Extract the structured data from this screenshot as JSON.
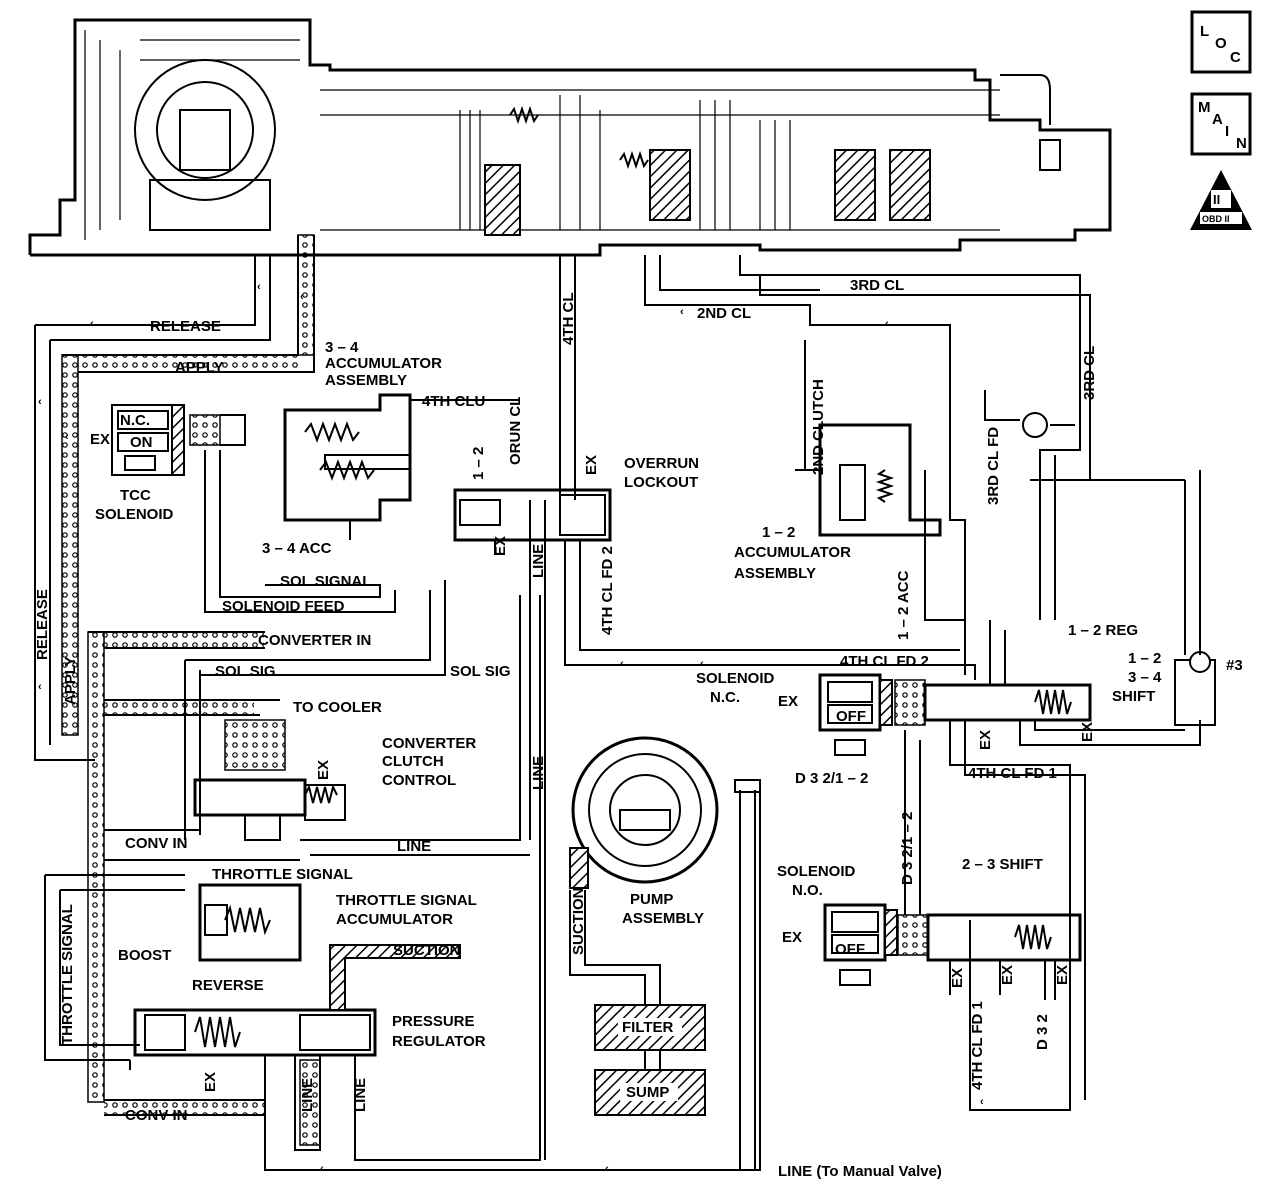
{
  "badges": {
    "loc": [
      "L",
      "O",
      "C"
    ],
    "main": [
      "M",
      "A",
      "I",
      "N"
    ],
    "obd": {
      "numeral": "II",
      "text": "OBD II"
    }
  },
  "labels": {
    "release_top": "RELEASE",
    "apply_top": "APPLY",
    "accum_34_l1": "3 – 4",
    "accum_34_l2": "ACCUMULATOR",
    "accum_34_l3": "ASSEMBLY",
    "fourth_clu": "4TH CLU",
    "nc": "N.C.",
    "on": "ON",
    "ex_tcc": "EX",
    "tcc_sol_l1": "TCC",
    "tcc_sol_l2": "SOLENOID",
    "acc_34": "3 – 4 ACC",
    "sol_signal": "SOL SIGNAL",
    "solenoid_feed": "SOLENOID FEED",
    "release_side": "RELEASE",
    "apply_side": "APPLY",
    "converter_in": "CONVERTER IN",
    "sol_sig_a": "SOL SIG",
    "sol_sig_b": "SOL SIG",
    "to_cooler": "TO COOLER",
    "ccc_l1": "CONVERTER",
    "ccc_l2": "CLUTCH",
    "ccc_l3": "CONTROL",
    "ex_ccc": "EX",
    "conv_in_a": "CONV IN",
    "line_a": "LINE",
    "throttle_signal_h": "THROTTLE SIGNAL",
    "tsa_l1": "THROTTLE SIGNAL",
    "tsa_l2": "ACCUMULATOR",
    "suction_h": "SUCTION",
    "throttle_signal_v": "THROTTLE SIGNAL",
    "boost": "BOOST",
    "reverse": "REVERSE",
    "pr_l1": "PRESSURE",
    "pr_l2": "REGULATOR",
    "ex_pr": "EX",
    "conv_in_b": "CONV IN",
    "line_v1": "LINE",
    "line_v2": "LINE",
    "fourth_cl": "4TH CL",
    "orun_cl": "ORUN CL",
    "one_two_v": "1 – 2",
    "ex_orun": "EX",
    "overrun_l1": "OVERRUN",
    "overrun_l2": "LOCKOUT",
    "ex_12v": "EX",
    "line_v3": "LINE",
    "fourth_cl_fd2_v": "4TH CL FD 2",
    "line_v4": "LINE",
    "second_cl": "2ND CL",
    "third_cl": "3RD CL",
    "second_clutch_v": "2ND CLUTCH",
    "accum_12_l1": "1 – 2",
    "accum_12_l2": "ACCUMULATOR",
    "accum_12_l3": "ASSEMBLY",
    "acc_12_v": "1 – 2 ACC",
    "third_cl_fd_v": "3RD CL FD",
    "third_cl_v": "3RD CL",
    "one_two_reg": "1 – 2 REG",
    "fourth_cl_fd2_h": "4TH CL FD 2",
    "sol_nc_l1": "SOLENOID",
    "sol_nc_l2": "N.C.",
    "ex_nc": "EX",
    "off_a": "OFF",
    "shift_l1": "1 – 2",
    "shift_l2": "3 – 4",
    "shift_l3": "SHIFT",
    "ex_s1": "EX",
    "ex_s2": "EX",
    "check_3": "#3",
    "d32_12": "D 3 2/1 – 2",
    "fourth_cl_fd1": "4TH CL FD 1",
    "d32_12_v": "D 3 2/1 – 2",
    "shift_23": "2 – 3 SHIFT",
    "sol_no_l1": "SOLENOID",
    "sol_no_l2": "N.O.",
    "ex_no": "EX",
    "off_b": "OFF",
    "ex_23a": "EX",
    "ex_23b": "EX",
    "ex_23c": "EX",
    "fourth_cl_fd1_v": "4TH CL FD 1",
    "d32_v": "D 3 2",
    "pump_l1": "PUMP",
    "pump_l2": "ASSEMBLY",
    "suction_v": "SUCTION",
    "filter": "FILTER",
    "sump": "SUMP",
    "line_manual": "LINE (To Manual Valve)"
  }
}
